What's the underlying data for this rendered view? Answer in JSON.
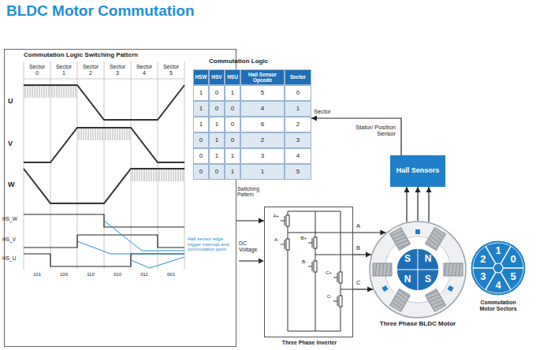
{
  "diagram": {
    "title": "BLDC Motor Commutation",
    "nodes": [
      {
        "text": [
          "Commutation Logic Switching Pattern"
        ]
      },
      {
        "text": [
          "Commutation Logic"
        ]
      },
      {
        "text": [
          "Hall Sensors"
        ]
      },
      {
        "text": [
          "Three Phase Inverter"
        ]
      },
      {
        "text": [
          "Three Phase BLDC Motor"
        ]
      },
      {
        "text": [
          "Commutation Motor Sectors"
        ]
      }
    ],
    "edges": [
      {
        "from": 2,
        "to": 1,
        "arrow": "to",
        "label": "Sector"
      },
      {
        "from": 0,
        "to": 3,
        "arrow": "to",
        "label": "Switching Pattern"
      },
      {
        "from": 3,
        "to": 4,
        "arrow": "to",
        "label": "A"
      },
      {
        "from": 3,
        "to": 4,
        "arrow": "to",
        "label": "B"
      },
      {
        "from": 3,
        "to": 4,
        "arrow": "to",
        "label": "C"
      },
      {
        "from": 4,
        "to": 2,
        "arrow": "to"
      },
      {
        "from": 4,
        "to": 2,
        "arrow": "to"
      },
      {
        "from": 4,
        "to": 2,
        "arrow": "to"
      }
    ],
    "labels": [
      "Sector 0",
      "Sector 1",
      "Sector 2",
      "Sector 3",
      "Sector 4",
      "Sector 5",
      "U",
      "V",
      "W",
      "HS_W",
      "HS_V",
      "HS_U",
      "Hall sensor edge trigger interrupt and commutation point",
      "101",
      "100",
      "110",
      "010",
      "011",
      "001",
      "HSW",
      "HSV",
      "HSU",
      "Hall Sensor Opcode",
      "Sector",
      "1",
      "0",
      "1",
      "5",
      "0",
      "1",
      "0",
      "0",
      "4",
      "1",
      "1",
      "1",
      "0",
      "6",
      "2",
      "0",
      "1",
      "0",
      "2",
      "3",
      "0",
      "1",
      "1",
      "3",
      "4",
      "0",
      "0",
      "1",
      "1",
      "5",
      "Stator/ Position Sensor",
      "DC Voltage",
      "A+",
      "A-",
      "B+",
      "B-",
      "C+",
      "C-",
      "S",
      "N",
      "N",
      "S",
      "1",
      "0",
      "5",
      "4",
      "3",
      "2"
    ]
  }
}
